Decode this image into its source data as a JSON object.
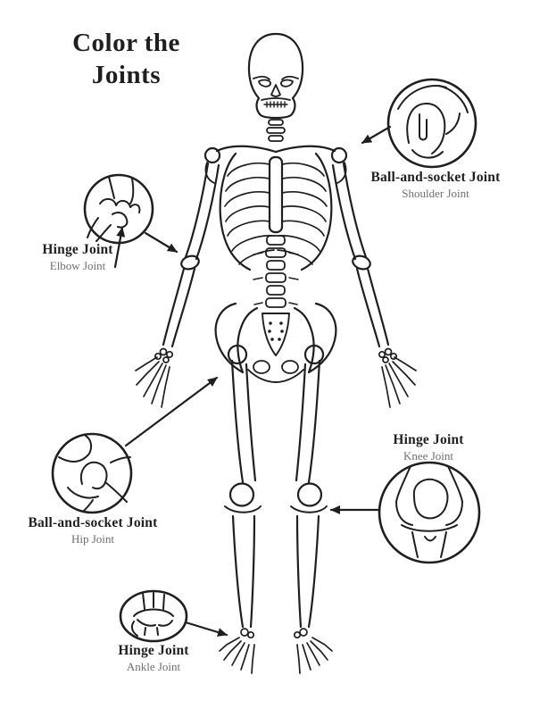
{
  "title": "Color the Joints",
  "callouts": [
    {
      "id": "shoulder",
      "type_label": "Ball-and-socket Joint",
      "sub_label": "Shoulder Joint"
    },
    {
      "id": "elbow",
      "type_label": "Hinge Joint",
      "sub_label": "Elbow Joint"
    },
    {
      "id": "hip",
      "type_label": "Ball-and-socket Joint",
      "sub_label": "Hip Joint"
    },
    {
      "id": "knee",
      "type_label": "Hinge Joint",
      "sub_label": "Knee Joint"
    },
    {
      "id": "ankle",
      "type_label": "Hinge Joint",
      "sub_label": "Ankle Joint"
    }
  ],
  "colors": {
    "line": "#1f1f1f",
    "sub_label": "#6f6f6f",
    "background": "#ffffff"
  }
}
